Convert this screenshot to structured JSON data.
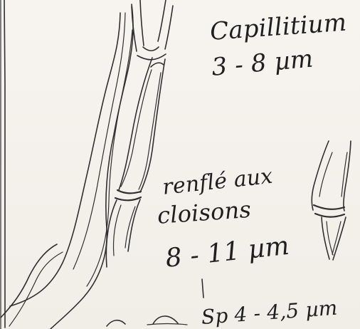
{
  "annotations": {
    "capillitium": "Capillitium",
    "capillitium_size": "3 - 8 µm",
    "renfle": "renflé aux",
    "cloisons": "cloisons",
    "cloisons_size": "8 - 11 µm",
    "bottom_size": "Sp 4 - 4,5 µm"
  }
}
